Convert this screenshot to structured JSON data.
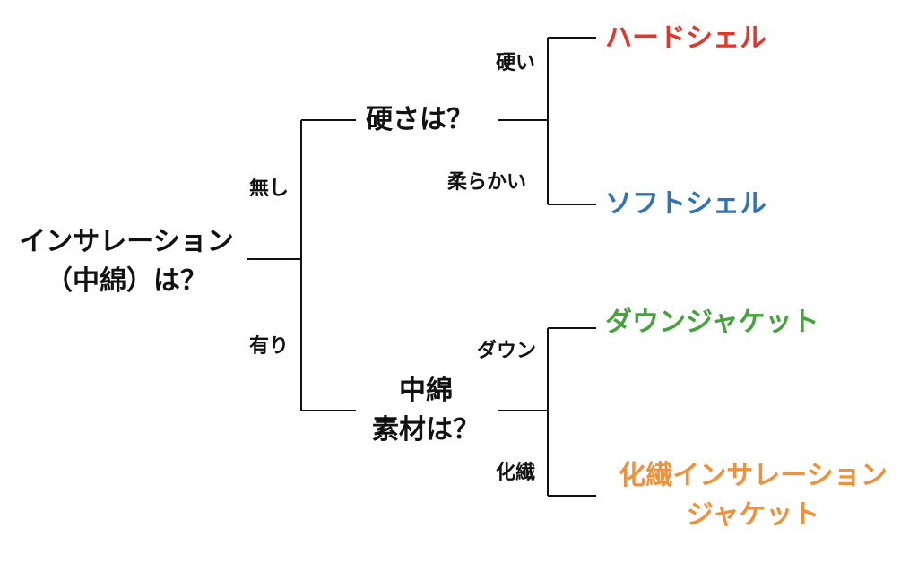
{
  "root": {
    "line1": "インサレーション",
    "line2": "（中綿）は？"
  },
  "branches": {
    "none": "無し",
    "has": "有り"
  },
  "hardness": {
    "question": "硬さは？",
    "hard_edge": "硬い",
    "soft_edge": "柔らかい",
    "hard_result": "ハードシェル",
    "soft_result": "ソフトシェル"
  },
  "material": {
    "question_line1": "中綿",
    "question_line2": "素材は？",
    "down_edge": "ダウン",
    "synthetic_edge": "化繊",
    "down_result": "ダウンジャケット",
    "synthetic_result_line1": "化繊インサレーション",
    "synthetic_result_line2": "ジャケット"
  },
  "colors": {
    "hard_shell": "#e2362b",
    "soft_shell": "#2f74b5",
    "down_jacket": "#46a23c",
    "synthetic_jacket": "#f0913a",
    "text": "#111111",
    "lines": "#111111"
  }
}
